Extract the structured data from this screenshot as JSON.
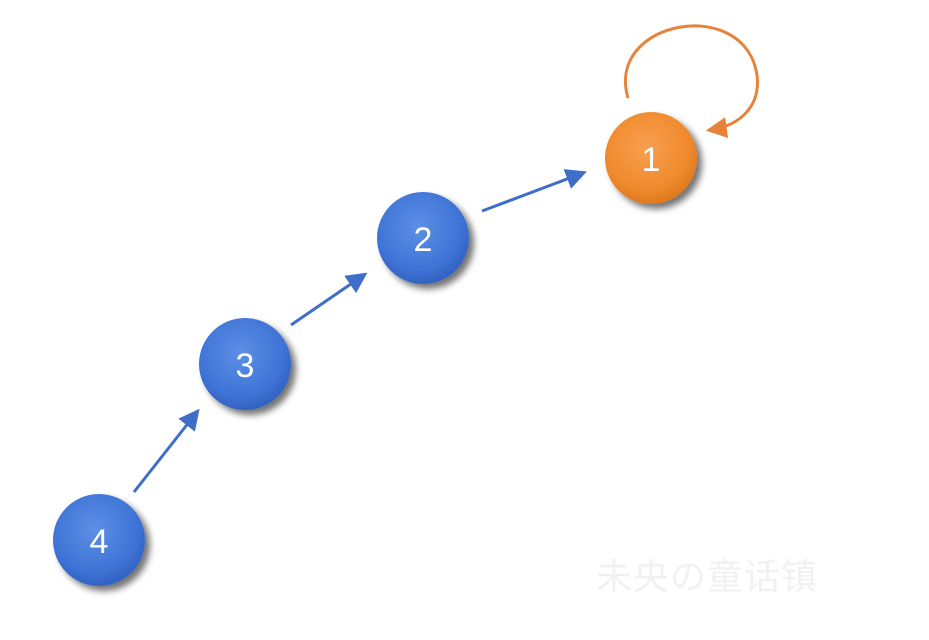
{
  "diagram": {
    "nodes": [
      {
        "id": "1",
        "label": "1",
        "color": "#f08a2d",
        "highlight": true
      },
      {
        "id": "2",
        "label": "2",
        "color": "#3f74d6",
        "highlight": false
      },
      {
        "id": "3",
        "label": "3",
        "color": "#3f74d6",
        "highlight": false
      },
      {
        "id": "4",
        "label": "4",
        "color": "#3f74d6",
        "highlight": false
      }
    ],
    "edges": [
      {
        "from": "4",
        "to": "3"
      },
      {
        "from": "3",
        "to": "2"
      },
      {
        "from": "2",
        "to": "1"
      },
      {
        "from": "1",
        "to": "1",
        "self_loop": true
      }
    ],
    "colors": {
      "edge": "#3f6ec9",
      "self_loop": "#e8823a"
    }
  },
  "watermark": "未央の童话镇"
}
